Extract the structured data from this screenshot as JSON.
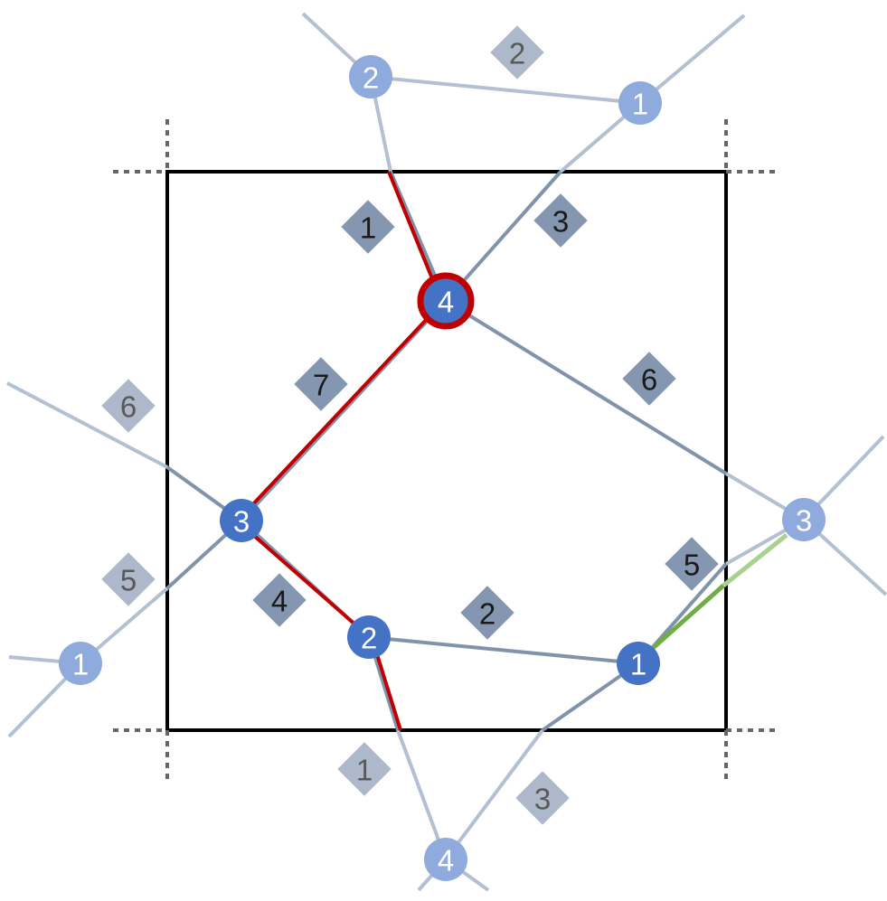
{
  "colors": {
    "background": "#ffffff",
    "cell_border": "#000000",
    "ghost_edge": "#b3c0d2",
    "edge": "#8193ab",
    "highlight_edge": "#c00000",
    "green_edge": "#70ad47",
    "node": "#4472c4",
    "ghost_node": "#8faadc",
    "node_text": "#ffffff",
    "edge_badge": "#8496b0",
    "ghost_badge": "#adb9ca",
    "badge_text": "#1a1a1a",
    "ghost_badge_text": "#595959"
  },
  "nodes": [
    {
      "id": "n4",
      "label": "4",
      "ghost": false,
      "highlighted": true
    },
    {
      "id": "n3",
      "label": "3",
      "ghost": false,
      "highlighted": false
    },
    {
      "id": "n2",
      "label": "2",
      "ghost": false,
      "highlighted": false
    },
    {
      "id": "n1",
      "label": "1",
      "ghost": false,
      "highlighted": false
    },
    {
      "id": "g2top",
      "label": "2",
      "ghost": true,
      "highlighted": false
    },
    {
      "id": "g1top",
      "label": "1",
      "ghost": true,
      "highlighted": false
    },
    {
      "id": "g3right",
      "label": "3",
      "ghost": true,
      "highlighted": false
    },
    {
      "id": "g1left",
      "label": "1",
      "ghost": true,
      "highlighted": false
    },
    {
      "id": "g4bottom",
      "label": "4",
      "ghost": true,
      "highlighted": false
    }
  ],
  "edge_labels": [
    {
      "id": "e1",
      "label": "1",
      "ghost": false
    },
    {
      "id": "e3",
      "label": "3",
      "ghost": false
    },
    {
      "id": "e7",
      "label": "7",
      "ghost": false
    },
    {
      "id": "e6",
      "label": "6",
      "ghost": false
    },
    {
      "id": "e4",
      "label": "4",
      "ghost": false
    },
    {
      "id": "e2",
      "label": "2",
      "ghost": false
    },
    {
      "id": "e5",
      "label": "5",
      "ghost": false
    },
    {
      "id": "ge2",
      "label": "2",
      "ghost": true
    },
    {
      "id": "ge6",
      "label": "6",
      "ghost": true
    },
    {
      "id": "ge5",
      "label": "5",
      "ghost": true
    },
    {
      "id": "ge1",
      "label": "1",
      "ghost": true
    },
    {
      "id": "ge3",
      "label": "3",
      "ghost": true
    }
  ]
}
